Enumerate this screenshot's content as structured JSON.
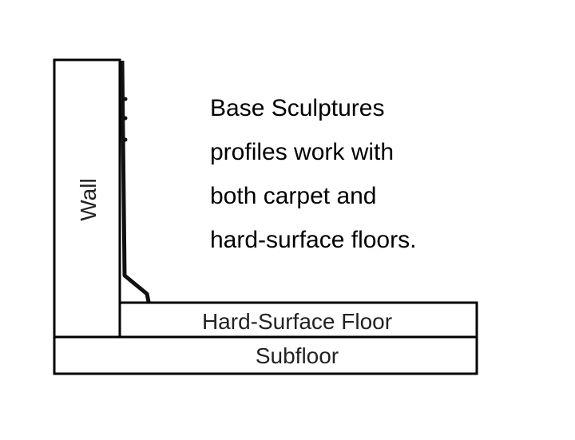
{
  "labels": {
    "wall": "Wall",
    "floor": "Hard-Surface Floor",
    "subfloor": "Subfloor"
  },
  "caption": {
    "lines": [
      "Base Sculptures",
      "profiles work with",
      "both carpet and",
      "hard-surface floors."
    ]
  }
}
